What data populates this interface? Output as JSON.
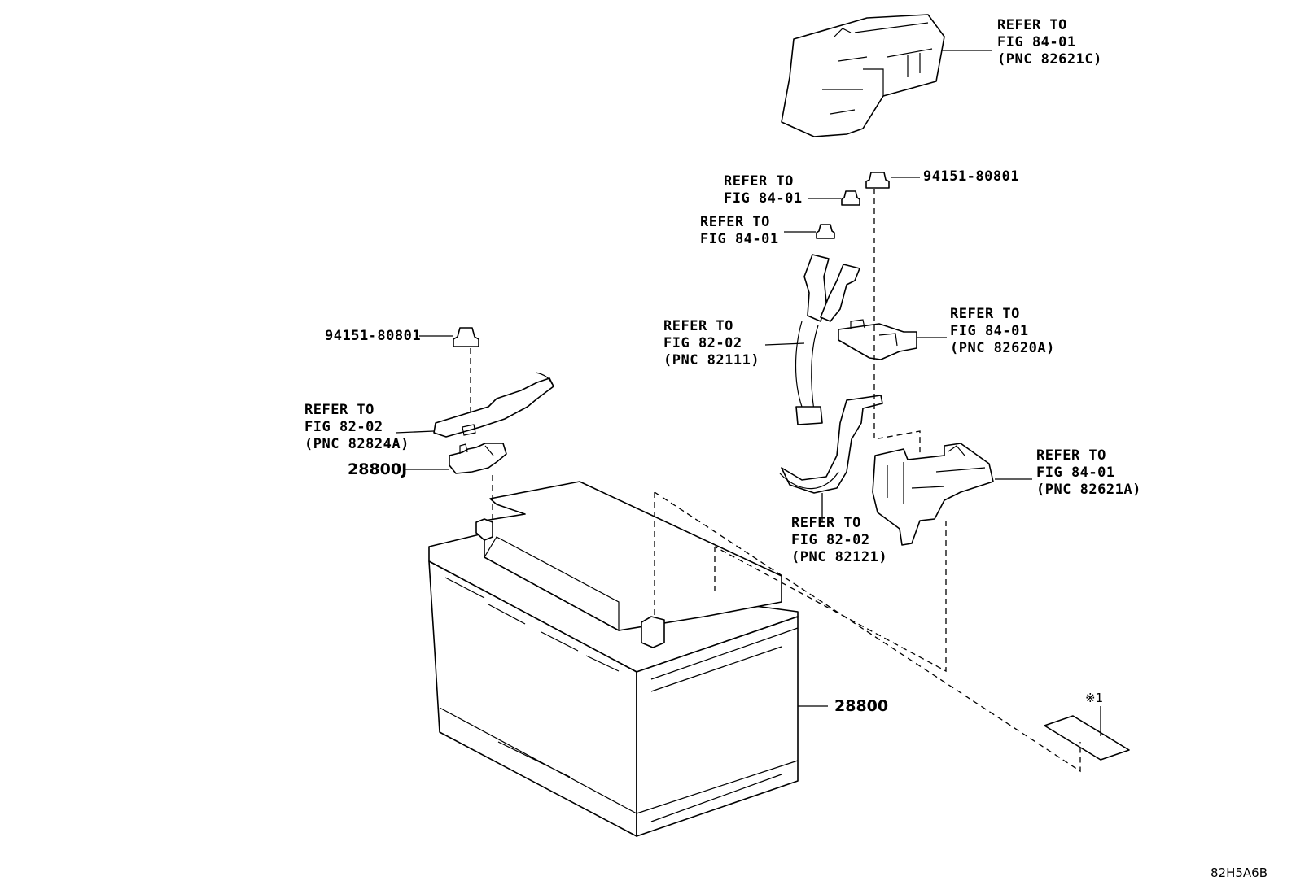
{
  "callouts": {
    "cover_82621c": [
      "REFER TO",
      "FIG 84-01",
      "(PNC 82621C)"
    ],
    "nut_top_right": "94151-80801",
    "nut_fig_a": [
      "REFER TO",
      "FIG 84-01"
    ],
    "nut_fig_b": [
      "REFER TO",
      "FIG 84-01"
    ],
    "cable_82111": [
      "REFER TO",
      "FIG 82-02",
      "(PNC 82111)"
    ],
    "block_82620a": [
      "REFER TO",
      "FIG 84-01",
      "(PNC 82620A)"
    ],
    "nut_left": "94151-80801",
    "cable_82824a": [
      "REFER TO",
      "FIG 82-02",
      "(PNC 82824A)"
    ],
    "clamp": "28800J",
    "fuse_82621a": [
      "REFER TO",
      "FIG 84-01",
      "(PNC 82621A)"
    ],
    "cable_82121": [
      "REFER TO",
      "FIG 82-02",
      "(PNC 82121)"
    ],
    "battery": "28800",
    "label_note": "※1"
  },
  "diagram_code": "82H5A6B"
}
